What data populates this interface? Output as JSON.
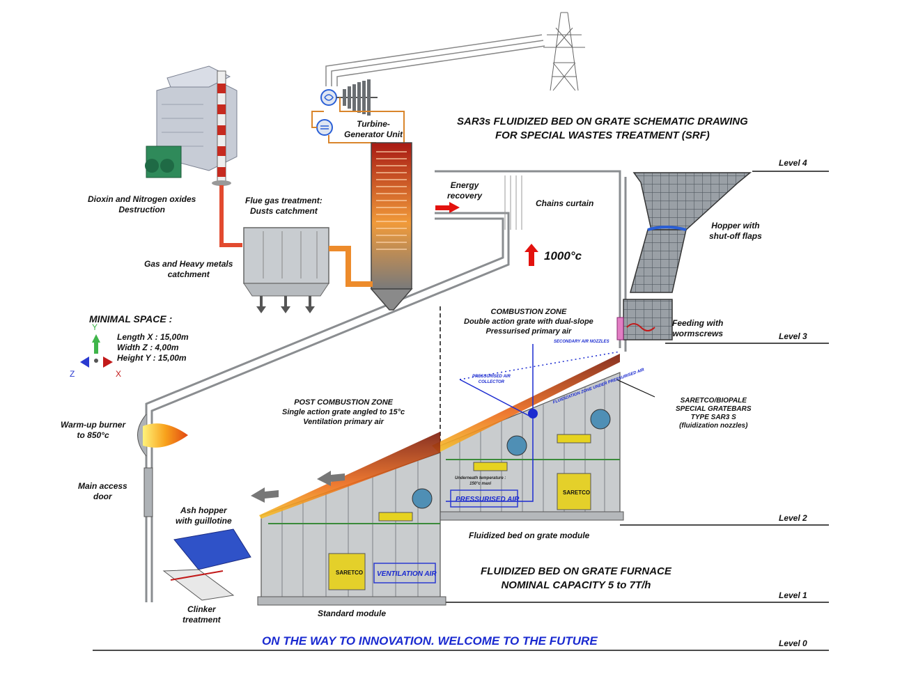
{
  "title": {
    "line1": "SAR3s FLUIDIZED BED ON GRATE SCHEMATIC DRAWING",
    "line2": "FOR SPECIAL WASTES TREATMENT (SRF)"
  },
  "furnace": {
    "line1": "FLUIDIZED BED ON GRATE FURNACE",
    "line2": "NOMINAL CAPACITY 5 to 7T/h"
  },
  "footer": "ON THE WAY TO INNOVATION. WELCOME TO THE FUTURE",
  "levels": [
    "Level 4",
    "Level 3",
    "Level 2",
    "Level 1",
    "Level 0"
  ],
  "labels": {
    "dioxin": [
      "Dioxin and Nitrogen oxides",
      "Destruction"
    ],
    "flue_gas": [
      "Flue gas treatment:",
      "Dusts catchment"
    ],
    "gas_metals": [
      "Gas and Heavy metals",
      "catchment"
    ],
    "turbine": [
      "Turbine-",
      "Generator Unit"
    ],
    "energy": [
      "Energy",
      "recovery"
    ],
    "chains": "Chains curtain",
    "temperature": "1000°c",
    "hopper": [
      "Hopper with",
      "shut-off flaps"
    ],
    "feeding": [
      "Feeding with",
      "wormscrews"
    ],
    "combustion": [
      "COMBUSTION ZONE",
      "Double action grate with dual-slope",
      "Pressurised primary air"
    ],
    "post_combustion": [
      "POST COMBUSTION ZONE",
      "Single action grate angled to 15°c",
      "Ventilation primary air"
    ],
    "gratebars": [
      "SARETCO/BIOPALE",
      "SPECIAL GRATEBARS",
      "TYPE SAR3 S",
      "(fluidization nozzles)"
    ],
    "warmup": [
      "Warm-up burner",
      "to 850°c"
    ],
    "access": [
      "Main access",
      "door"
    ],
    "ash": [
      "Ash hopper",
      "with guillotine"
    ],
    "clinker": [
      "Clinker",
      "treatment"
    ],
    "fluidized_module": "Fluidized bed on grate module",
    "standard_module": "Standard module",
    "pressurised_air": "PRESSURISED AIR",
    "ventilation_air": "VENTILATION AIR",
    "saretco": "SARETCO",
    "secondary_nozzles": "SECONDARY AIR NOZZLES",
    "air_collector": [
      "PRESSURISED AIR",
      "COLLECTOR"
    ],
    "fluidization_nozzles": "FLUIDIZATION ZONE UNDER PRESSURISED AIR",
    "underneath": [
      "Underneath temperature :",
      "150°c maxi"
    ]
  },
  "minimal_space": {
    "heading": "MINIMAL SPACE :",
    "lines": [
      "Length X : 15,00m",
      "Width Z : 4,00m",
      "Height Y : 15,00m"
    ]
  },
  "axes": {
    "x": "X",
    "y": "Y",
    "z": "Z"
  },
  "colors": {
    "accent_blue": "#1a2ad0",
    "flame": "#e5551b",
    "pipe_orange": "#e8892b",
    "pipe_red": "#d9452b",
    "machine_grey": "#c9ccce",
    "hopper_blue": "#2a5fd6"
  }
}
